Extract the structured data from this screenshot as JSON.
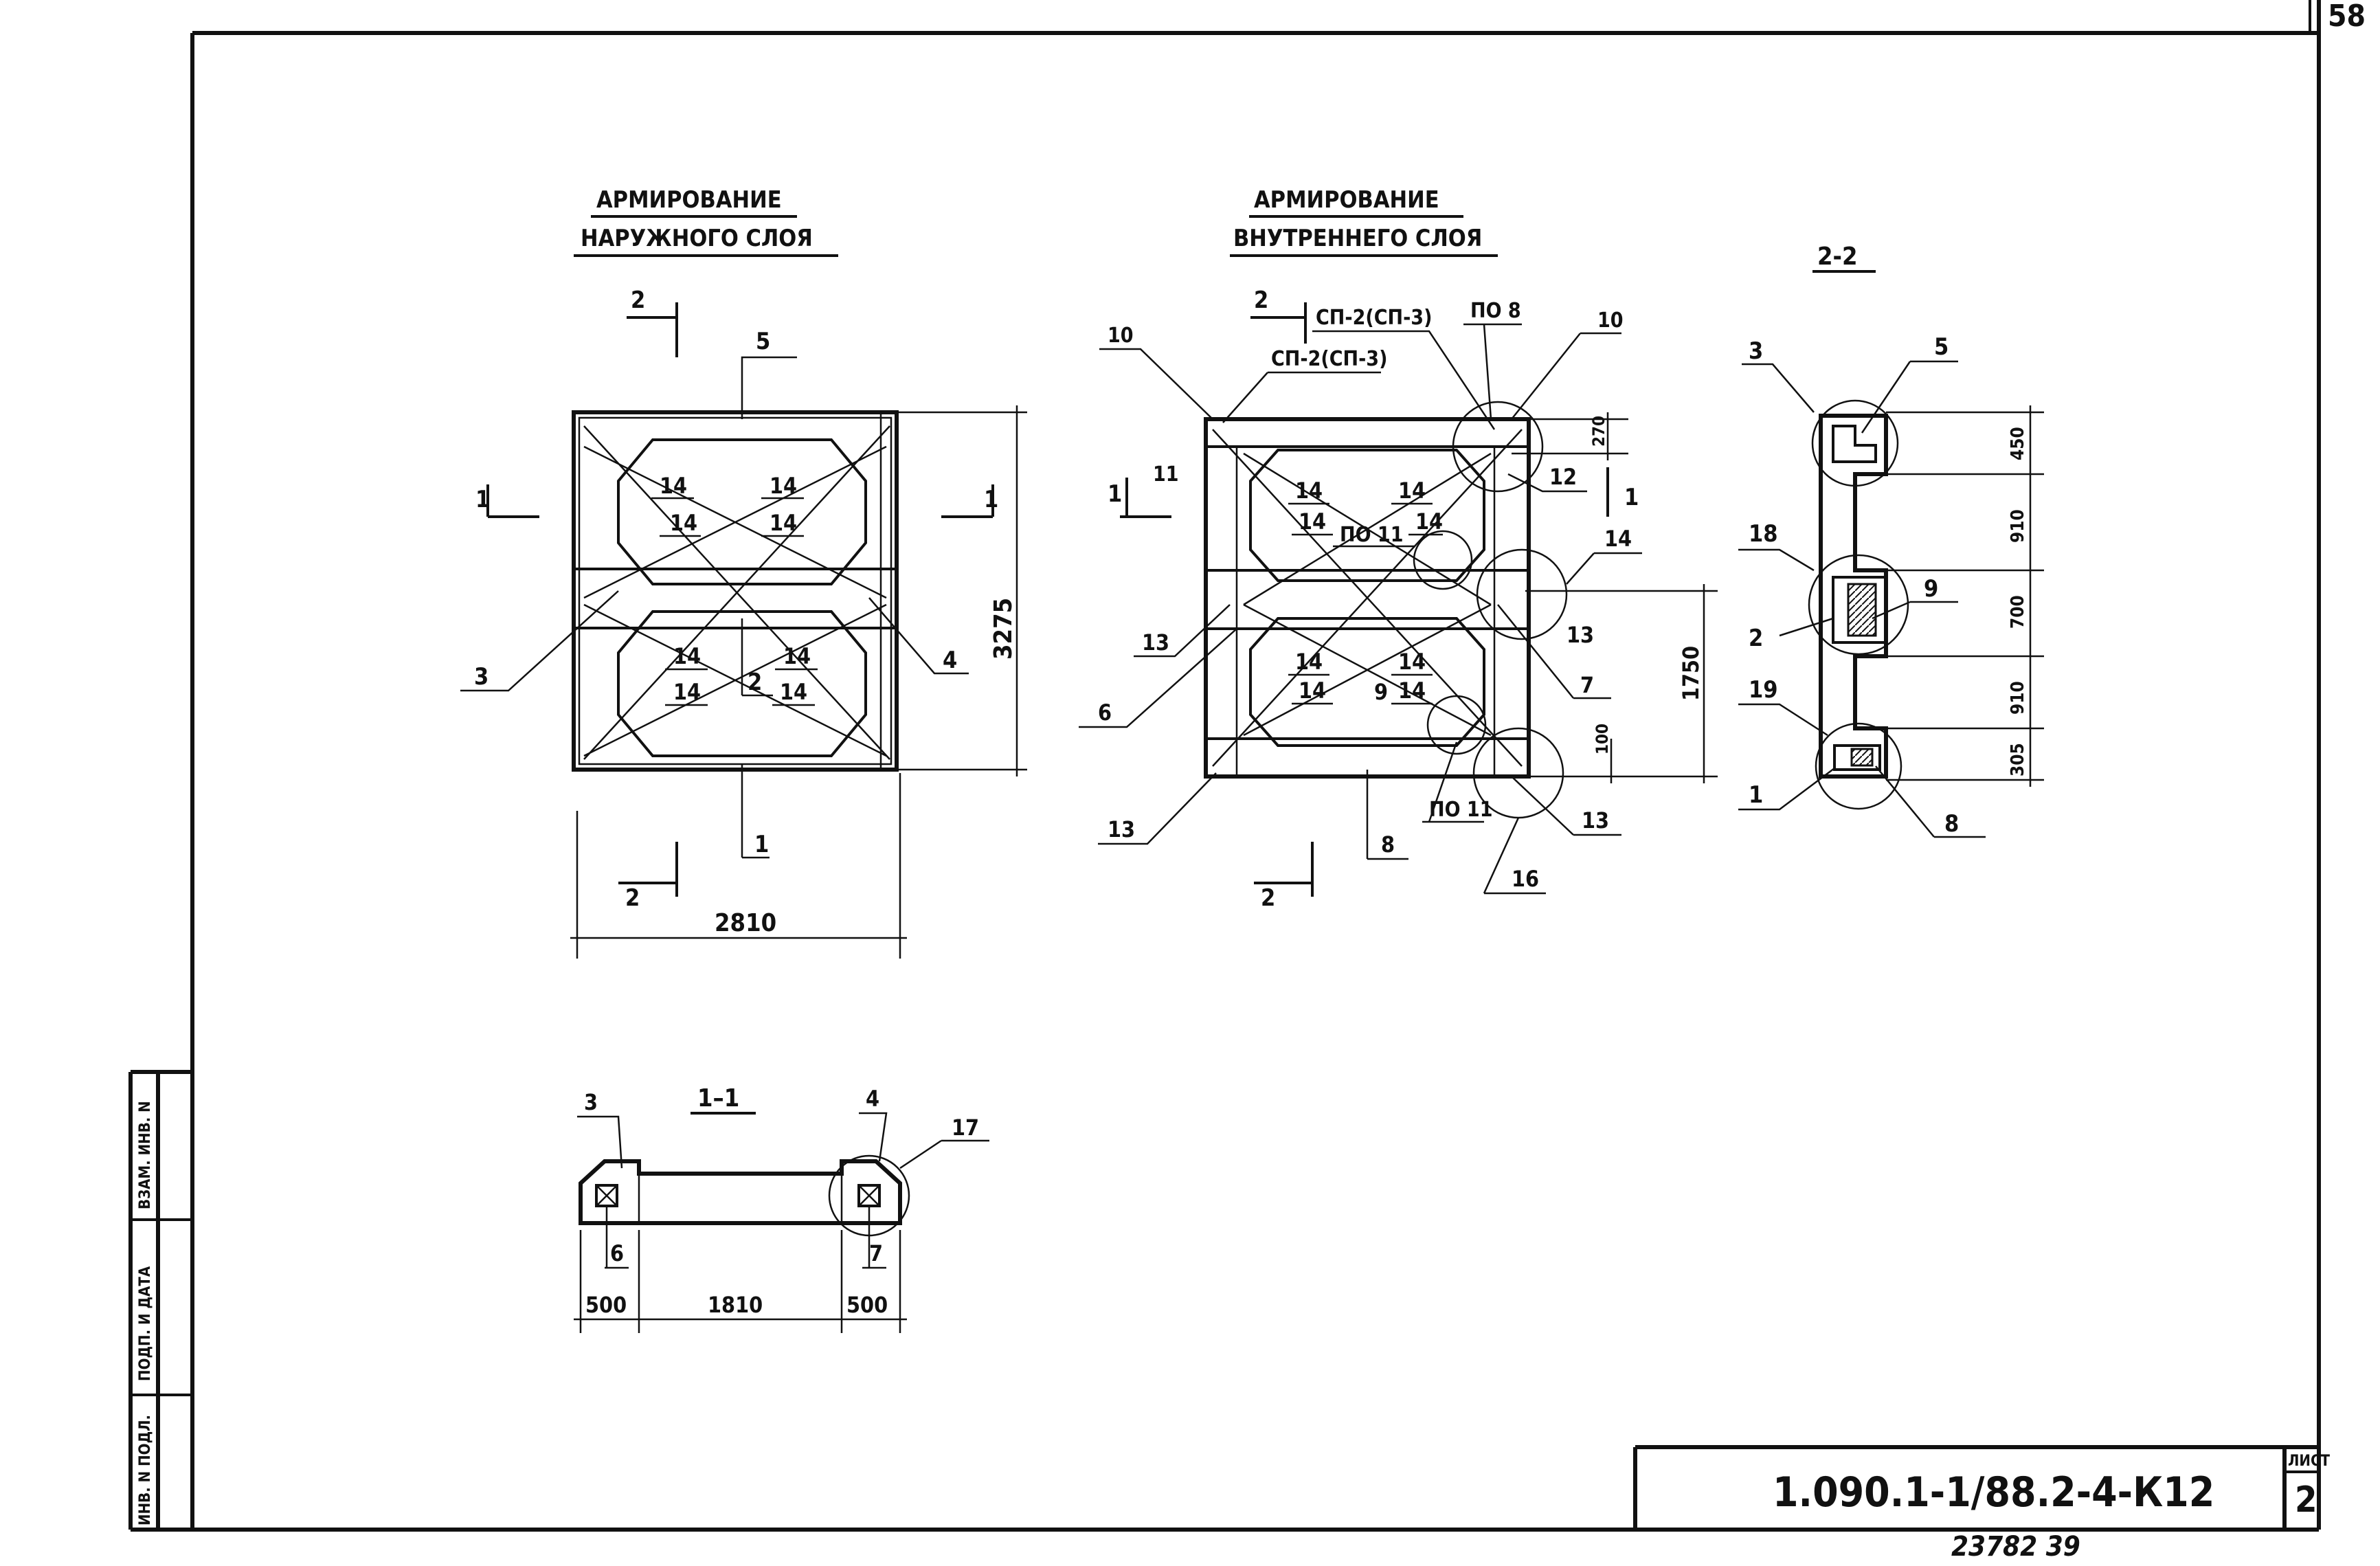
{
  "sheet": {
    "page_corner": "58",
    "list_label": "ЛИСТ",
    "list_number": "2",
    "designation": "1.090.1-1/88.2-4-К12",
    "bottom_note": "23782 39",
    "side_cells": [
      "ИНВ. N ПОДЛ.",
      "ПОДП. И ДАТА",
      "ВЗАМ. ИНВ. N"
    ]
  },
  "views": {
    "outer": {
      "title_1": "АРМИРОВАНИЕ",
      "title_2": "НАРУЖНОГО СЛОЯ",
      "dim_width": "2810",
      "dim_height": "3275"
    },
    "inner": {
      "title_1": "АРМИРОВАНИЕ",
      "title_2": "ВНУТРЕННЕГО СЛОЯ",
      "sp_top": "СП-2(СП-3)",
      "sp_mid": "СП-2(СП-3)",
      "po8": "ПО 8",
      "po11": "ПО 11",
      "dim_270": "270",
      "dim_1750": "1750",
      "dim_100": "100"
    },
    "section_11": {
      "title": "1–1",
      "dims": [
        "500",
        "1810",
        "500"
      ]
    },
    "section_22": {
      "title": "2-2",
      "dims": [
        "450",
        "910",
        "700",
        "910",
        "305"
      ]
    }
  },
  "labels": {
    "n1": "1",
    "n2": "2",
    "n3": "3",
    "n4": "4",
    "n5": "5",
    "n6": "6",
    "n7": "7",
    "n8": "8",
    "n9": "9",
    "n10": "10",
    "n11": "11",
    "n12": "12",
    "n13": "13",
    "n14": "14",
    "n16": "16",
    "n17": "17",
    "n18": "18",
    "n19": "19"
  }
}
